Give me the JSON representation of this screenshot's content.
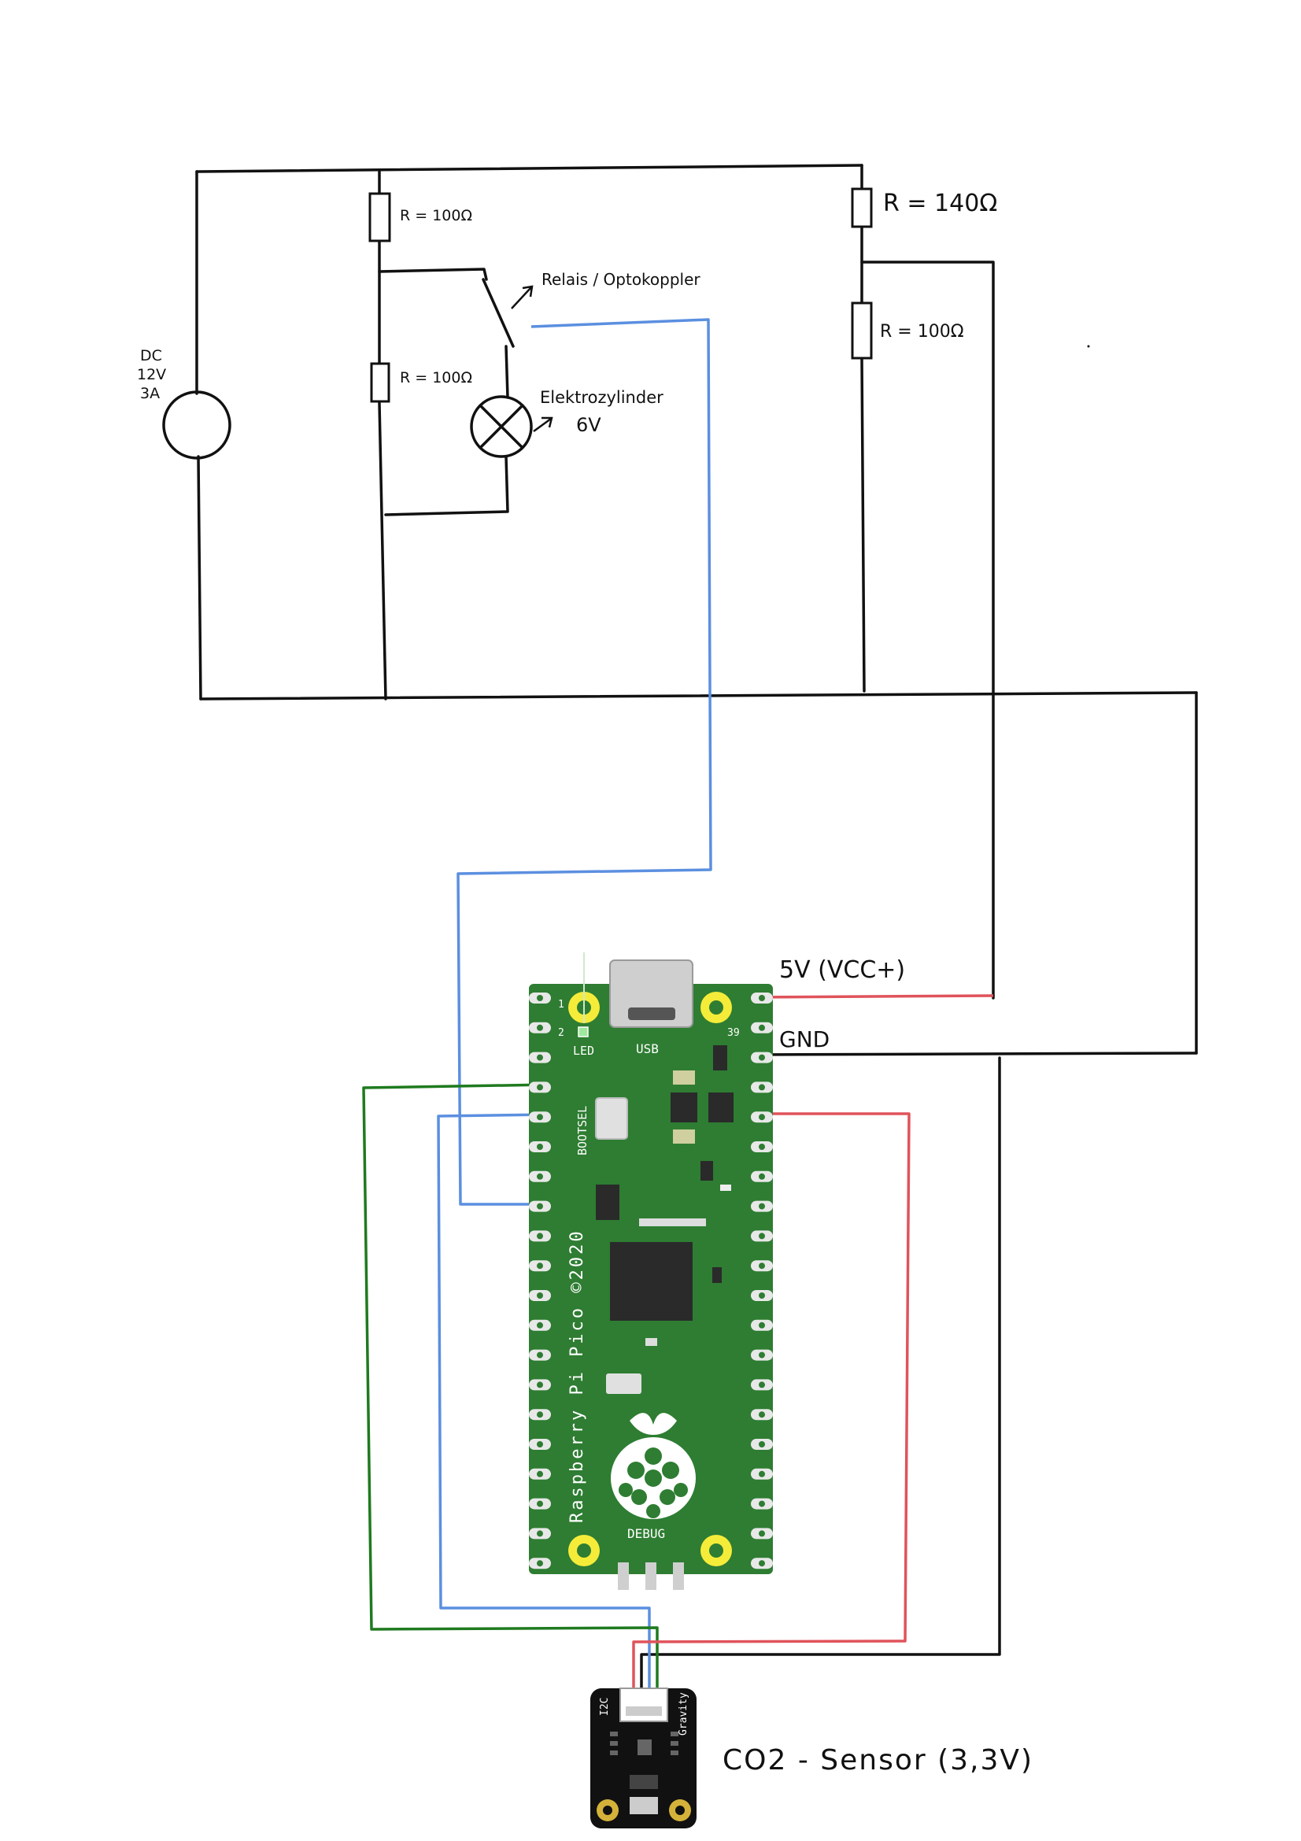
{
  "labels": {
    "source": [
      "DC",
      "12V",
      "3A"
    ],
    "r_top_left": "R = 100Ω",
    "r_mid_left": "R = 100Ω",
    "r_top_right": "R = 140Ω",
    "r_mid_right": "R = 100Ω",
    "relay": "Relais / Optokoppler",
    "load_name": "Elektrozylinder",
    "load_voltage": "6V",
    "pin_5v": "5V (VCC+)",
    "pin_gnd": "GND",
    "sensor": "CO2 - Sensor (3,3V)"
  },
  "pico": {
    "brand": "Raspberry Pi Pico ©2020",
    "usb": "USB",
    "led": "LED",
    "bootsel": "BOOTSEL",
    "debug": "DEBUG",
    "pin1": "1",
    "pin2": "2",
    "pin39": "39"
  },
  "sensor_board": {
    "left_tag": "I2C",
    "right_tag": "Gravity"
  },
  "colors": {
    "wire": "#111111",
    "signal": "#5b8fe0",
    "power": "#e0535b",
    "data": "#1f7a1f",
    "pcb": "#2e7d32",
    "pad": "#f5ec3a"
  }
}
